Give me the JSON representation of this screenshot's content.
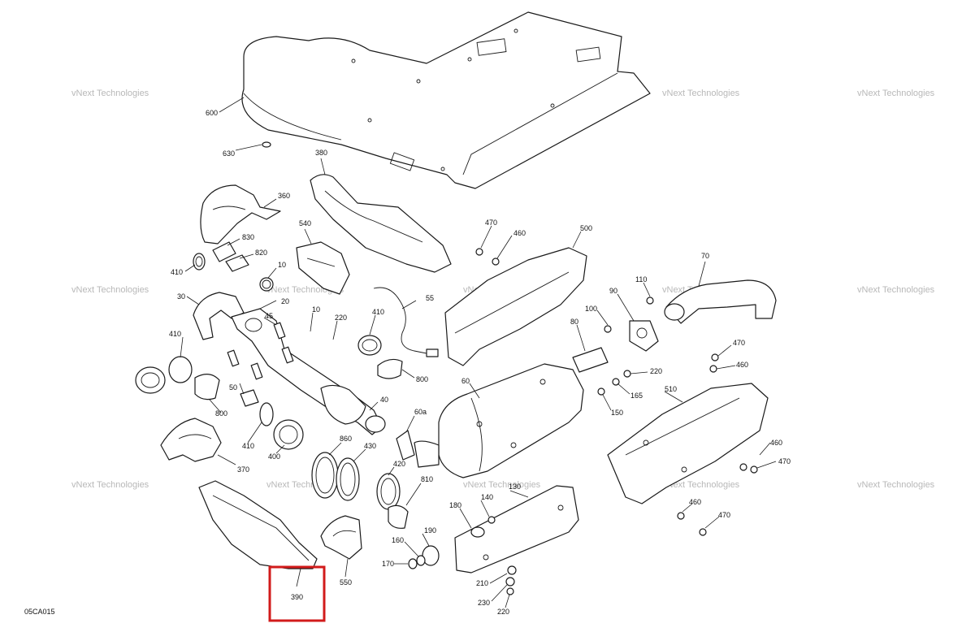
{
  "diagram_code": "05CA015",
  "watermark": "vNext Technologies",
  "highlight_color": "#d21b1b",
  "callouts": {
    "c600": "600",
    "c630": "630",
    "c380": "380",
    "c360": "360",
    "c540": "540",
    "c830": "830",
    "c820": "820",
    "c410a": "410",
    "c10a": "10",
    "c30": "30",
    "c20": "20",
    "c45": "45",
    "c10b": "10",
    "c220a": "220",
    "c410b": "410",
    "c55": "55",
    "c470a": "470",
    "c460a": "460",
    "c500": "500",
    "c70": "70",
    "c110": "110",
    "c90": "90",
    "c100": "100",
    "c80": "80",
    "c410c": "410",
    "c50": "50",
    "c800a": "800",
    "c800b": "800",
    "c60": "60",
    "c470b": "470",
    "c460b": "460",
    "c220b": "220",
    "c165": "165",
    "c150": "150",
    "c510": "510",
    "c40": "40",
    "c410d": "410",
    "c400": "400",
    "c860": "860",
    "c430": "430",
    "c60a": "60a",
    "c420": "420",
    "c370": "370",
    "c810": "810",
    "c130": "130",
    "c140": "140",
    "c180": "180",
    "c190": "190",
    "c160": "160",
    "c170": "170",
    "c550": "550",
    "c390": "390",
    "c210": "210",
    "c230": "230",
    "c220c": "220",
    "c460c": "460",
    "c470c": "470",
    "c460d": "460",
    "c470d": "470"
  }
}
